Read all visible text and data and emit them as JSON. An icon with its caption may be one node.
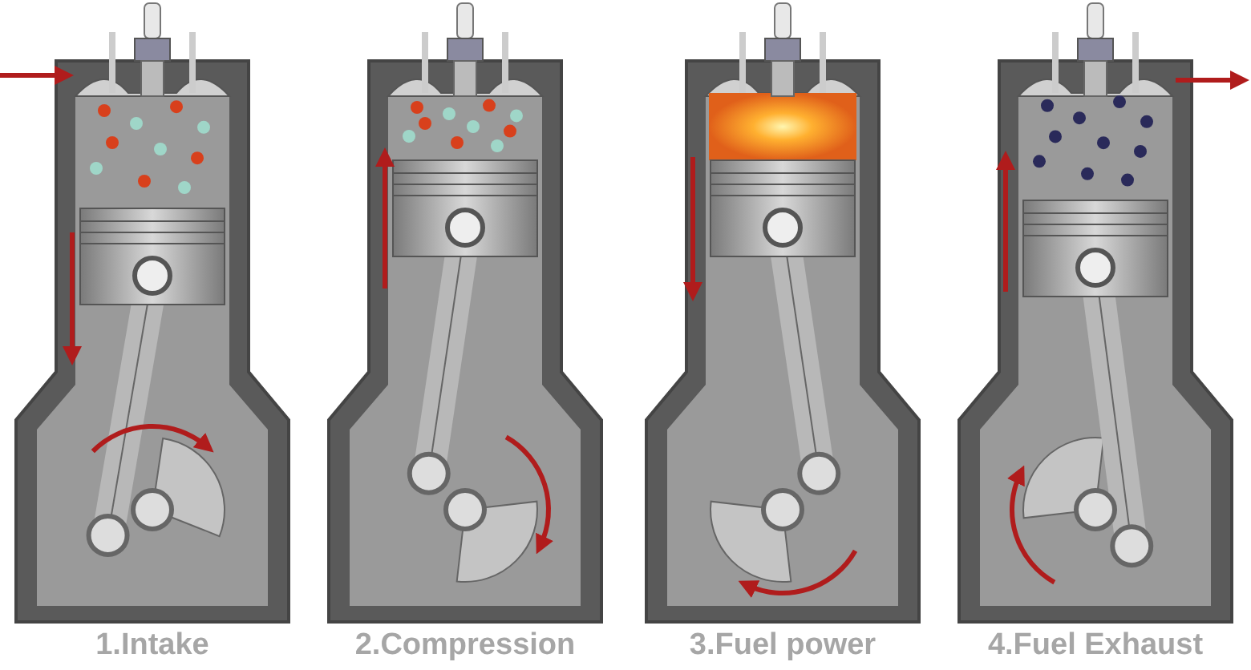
{
  "diagram": {
    "labels": [
      "1.Intake",
      "2.Compression",
      "3.Fuel power",
      "4.Fuel Exhaust"
    ]
  }
}
